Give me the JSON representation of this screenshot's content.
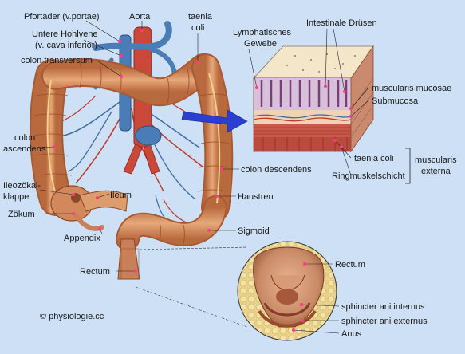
{
  "labels": {
    "pfortader": "Pfortader (v.portae)",
    "aorta": "Aorta",
    "taenia_coli_top_1": "taenia",
    "taenia_coli_top_2": "coli",
    "hohlvene_1": "Untere Hohlvene",
    "hohlvene_2": "(v. cava inferior)",
    "colon_transversum": "colon transversum",
    "colon_ascendens_1": "colon",
    "colon_ascendens_2": "ascendens",
    "ileozoekal_1": "Ileozökal-",
    "ileozoekal_2": "klappe",
    "zoekum": "Zökum",
    "ileum": "Ileum",
    "appendix": "Appendix",
    "colon_descendens": "colon descendens",
    "haustren": "Haustren",
    "sigmoid": "Sigmoid",
    "rectum_left": "Rectum",
    "copyright": "© physiologie.cc",
    "lymph_1": "Lymphatisches",
    "lymph_2": "Gewebe",
    "intestinale_druesen": "Intestinale Drüsen",
    "muscularis_mucosae": "muscularis mucosae",
    "submucosa": "Submucosa",
    "taenia_coli_right": "taenia coli",
    "ringmuskelschicht": "Ringmuskelschicht",
    "muscularis_externa_1": "muscularis",
    "muscularis_externa_2": "externa",
    "rectum_inset": "Rectum",
    "sphincter_internus": "sphincter ani internus",
    "sphincter_externus": "sphincter ani externus",
    "anus": "Anus"
  },
  "colors": {
    "background": "#cde0f5",
    "colon": "#d9905e",
    "colon_dark": "#a85a34",
    "artery": "#c0392b",
    "vein": "#3d6fa8",
    "arrow": "#2a3fd0"
  }
}
